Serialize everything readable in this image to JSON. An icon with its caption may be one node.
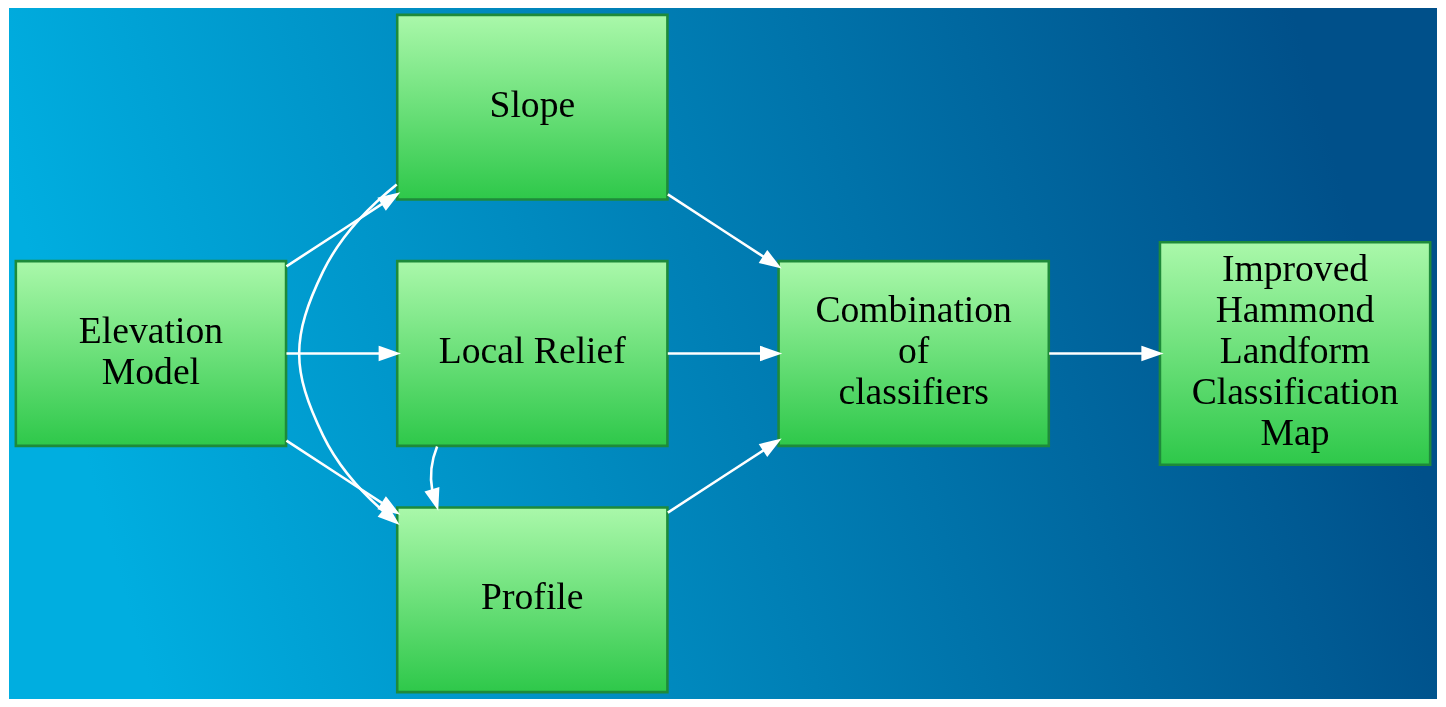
{
  "diagram": {
    "nodes": [
      {
        "text": [
          "Elevation Model"
        ]
      },
      {
        "text": [
          "Slope"
        ]
      },
      {
        "text": [
          "Profile"
        ]
      },
      {
        "text": [
          "Local Relief"
        ]
      },
      {
        "text": [
          "Combination of classifiers"
        ]
      },
      {
        "text": [
          "Improved Hammond Landform Classification Map"
        ]
      }
    ],
    "edges": [
      {
        "from": 0,
        "to": 1,
        "arrow": "to"
      },
      {
        "from": 0,
        "to": 2,
        "arrow": "to"
      },
      {
        "from": 0,
        "to": 3,
        "arrow": "to"
      },
      {
        "from": 1,
        "to": 2,
        "arrow": "to"
      },
      {
        "from": 3,
        "to": 2,
        "arrow": "to"
      },
      {
        "from": 1,
        "to": 4,
        "arrow": "to"
      },
      {
        "from": 2,
        "to": 4,
        "arrow": "to"
      },
      {
        "from": 3,
        "to": 4,
        "arrow": "to"
      },
      {
        "from": 4,
        "to": 5,
        "arrow": "to"
      }
    ]
  }
}
